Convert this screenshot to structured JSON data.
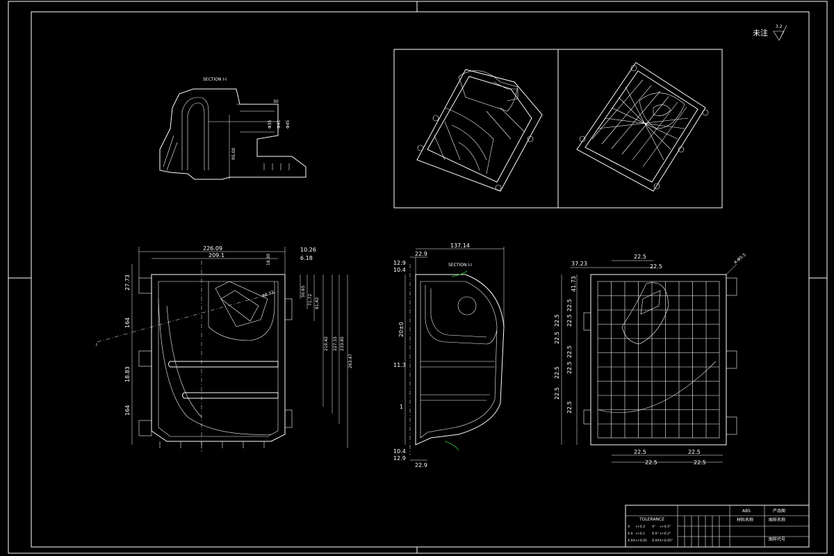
{
  "roughness_note": {
    "label": "未注",
    "value": "3.2"
  },
  "section_labels": {
    "top_left": "SECTION I-I",
    "side": "SECTION I-I"
  },
  "top_section": {
    "dims": [
      "30",
      "Φ35",
      "Φ41",
      "Φ45",
      "R5.00"
    ]
  },
  "front_view": {
    "dims_top": [
      "226.09",
      "209.1",
      "18.30",
      "10.26",
      "6.18"
    ],
    "dims_left": [
      "27.73",
      "164",
      "18.83",
      "164"
    ],
    "dims_right": [
      "50.65",
      "71.72",
      "81.42",
      "210.42",
      "227.15",
      "233.85",
      "263.47"
    ],
    "radius": "R8.33"
  },
  "side_view": {
    "dims_top": [
      "137.14",
      "22.9",
      "12.9",
      "10.4"
    ],
    "dims_left": [
      "20±0",
      "11.3",
      "1"
    ],
    "dims_bottom": [
      "10.4",
      "12.9",
      "22.9"
    ]
  },
  "back_view": {
    "dims_top": [
      "37.23",
      "22.5",
      "22.5"
    ],
    "dims_left": [
      "41.73",
      "22.5",
      "22.5",
      "22.5",
      "22.5",
      "22.5",
      "22.5",
      "22.5",
      "22.5",
      "22.5"
    ],
    "dims_bottom": [
      "22.5",
      "22.5",
      "22.5",
      "22.5"
    ],
    "note": "4-Φ5.5"
  },
  "title_block": {
    "material": "ABS",
    "material_label": "材料名称",
    "product": "产品图",
    "drawing_name": "图样名称",
    "drawing_code": "图样代号",
    "tolerance_title": "TOLERANCE",
    "tolerances": [
      {
        "a": "X",
        "b": "+/-0.2",
        "c": "X°",
        "d": "+/-0.5°"
      },
      {
        "a": "X.X",
        "b": "+/-0.1",
        "c": "X.X°",
        "d": "+/-0.2°"
      },
      {
        "a": "X.XX",
        "b": "+/-0.05",
        "c": "X.XX°",
        "d": "+/-0.05°"
      }
    ]
  }
}
